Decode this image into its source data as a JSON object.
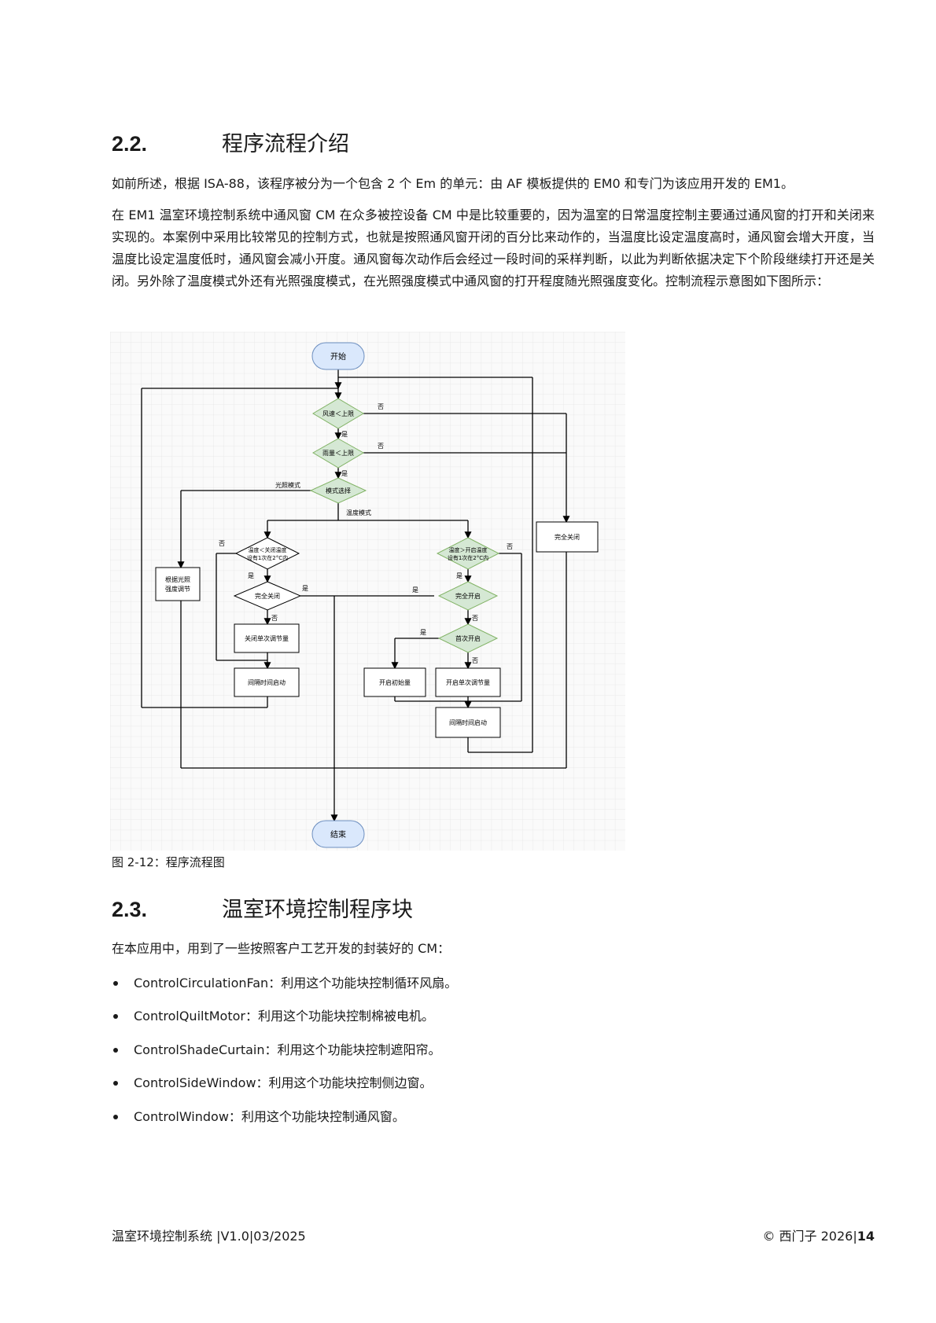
{
  "section_2_2": {
    "number": "2.2.",
    "title": "程序流程介绍",
    "para1": "如前所述，根据 ISA-88，该程序被分为一个包含 2 个 Em 的单元：由 AF 模板提供的 EM0 和专门为该应用开发的 EM1。",
    "para2": "在 EM1 温室环境控制系统中通风窗 CM 在众多被控设备 CM 中是比较重要的，因为温室的日常温度控制主要通过通风窗的打开和关闭来实现的。本案例中采用比较常见的控制方式，也就是按照通风窗开闭的百分比来动作的，当温度比设定温度高时，通风窗会增大开度，当温度比设定温度低时，通风窗会减小开度。通风窗每次动作后会经过一段时间的采样判断，以此为判断依据决定下个阶段继续打开还是关闭。另外除了温度模式外还有光照强度模式，在光照强度模式中通风窗的打开程度随光照强度变化。控制流程示意图如下图所示："
  },
  "flowchart": {
    "start": "开始",
    "end": "结束",
    "d_wind": "风速＜上限",
    "d_rain": "雨量＜上限",
    "d_mode": "模式选择",
    "mode_light": "光照模式",
    "mode_temp": "温度模式",
    "d_close_temp_l1": "温度＜关闭温度",
    "d_close_temp_l2": "设有1次在2°C内",
    "d_open_temp_l1": "温度＞开启温度",
    "d_open_temp_l2": "设有1次在2°C内",
    "d_fully_closed": "完全关闭",
    "d_fully_open": "完全开启",
    "d_first_open": "首次开启",
    "b_light_adjust_l1": "根据光照",
    "b_light_adjust_l2": "强度调节",
    "b_close_step": "关闭单次调节量",
    "b_open_initial": "开启初始量",
    "b_open_step": "开启单次调节量",
    "b_interval_left": "间隔时间启动",
    "b_interval_right": "间隔时间启动",
    "b_full_close": "完全关闭",
    "yes": "是",
    "no": "否"
  },
  "figure_caption": "图 2-12：程序流程图",
  "section_2_3": {
    "number": "2.3.",
    "title": "温室环境控制程序块",
    "intro": "在本应用中，用到了一些按照客户工艺开发的封装好的 CM：",
    "items": [
      "ControlCirculationFan：利用这个功能块控制循环风扇。",
      "ControlQuiltMotor：利用这个功能块控制棉被电机。",
      "ControlShadeCurtain：利用这个功能块控制遮阳帘。",
      "ControlSideWindow：利用这个功能块控制侧边窗。",
      "ControlWindow：利用这个功能块控制通风窗。"
    ]
  },
  "footer": {
    "left": "温室环境控制系统 |V1.0|03/2025",
    "right_text": "© 西门子 2026|",
    "page_number": "14"
  }
}
